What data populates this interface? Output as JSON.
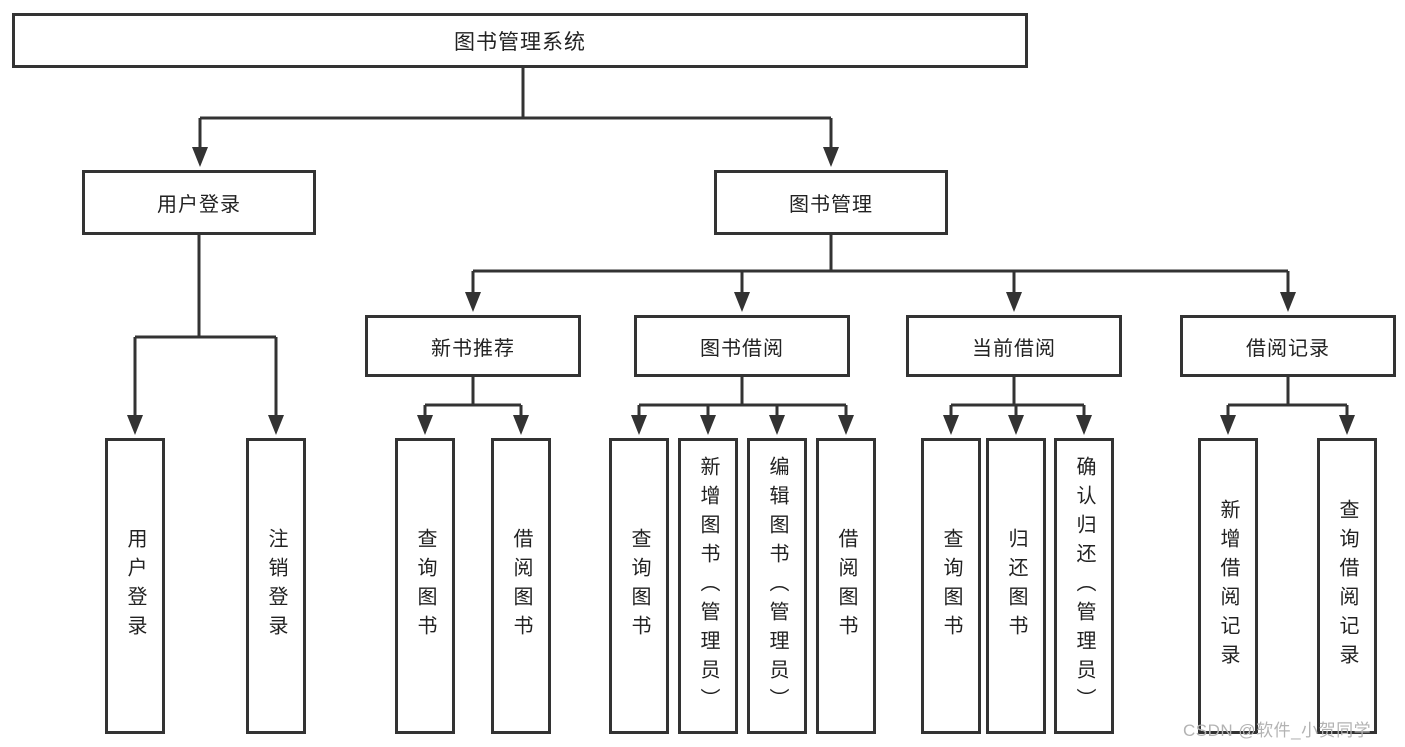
{
  "diagram": {
    "title": "图书管理系统",
    "root": "图书管理系统",
    "user_login": {
      "label": "用户登录",
      "children": [
        "用户登录",
        "注销登录"
      ]
    },
    "book_mgmt": {
      "label": "图书管理",
      "groups": [
        {
          "label": "新书推荐",
          "children": [
            "查询图书",
            "借阅图书"
          ]
        },
        {
          "label": "图书借阅",
          "children": [
            "查询图书",
            "新增图书（管理员）",
            "编辑图书（管理员）",
            "借阅图书"
          ]
        },
        {
          "label": "当前借阅",
          "children": [
            "查询图书",
            "归还图书",
            "确认归还（管理员）"
          ]
        },
        {
          "label": "借阅记录",
          "children": [
            "新增借阅记录",
            "查询借阅记录"
          ]
        }
      ]
    },
    "watermark": "CSDN @软件_小贺同学",
    "colors": {
      "line": "#333333",
      "text": "#222222",
      "watermark": "#b3b3b3",
      "background": "#ffffff"
    }
  }
}
